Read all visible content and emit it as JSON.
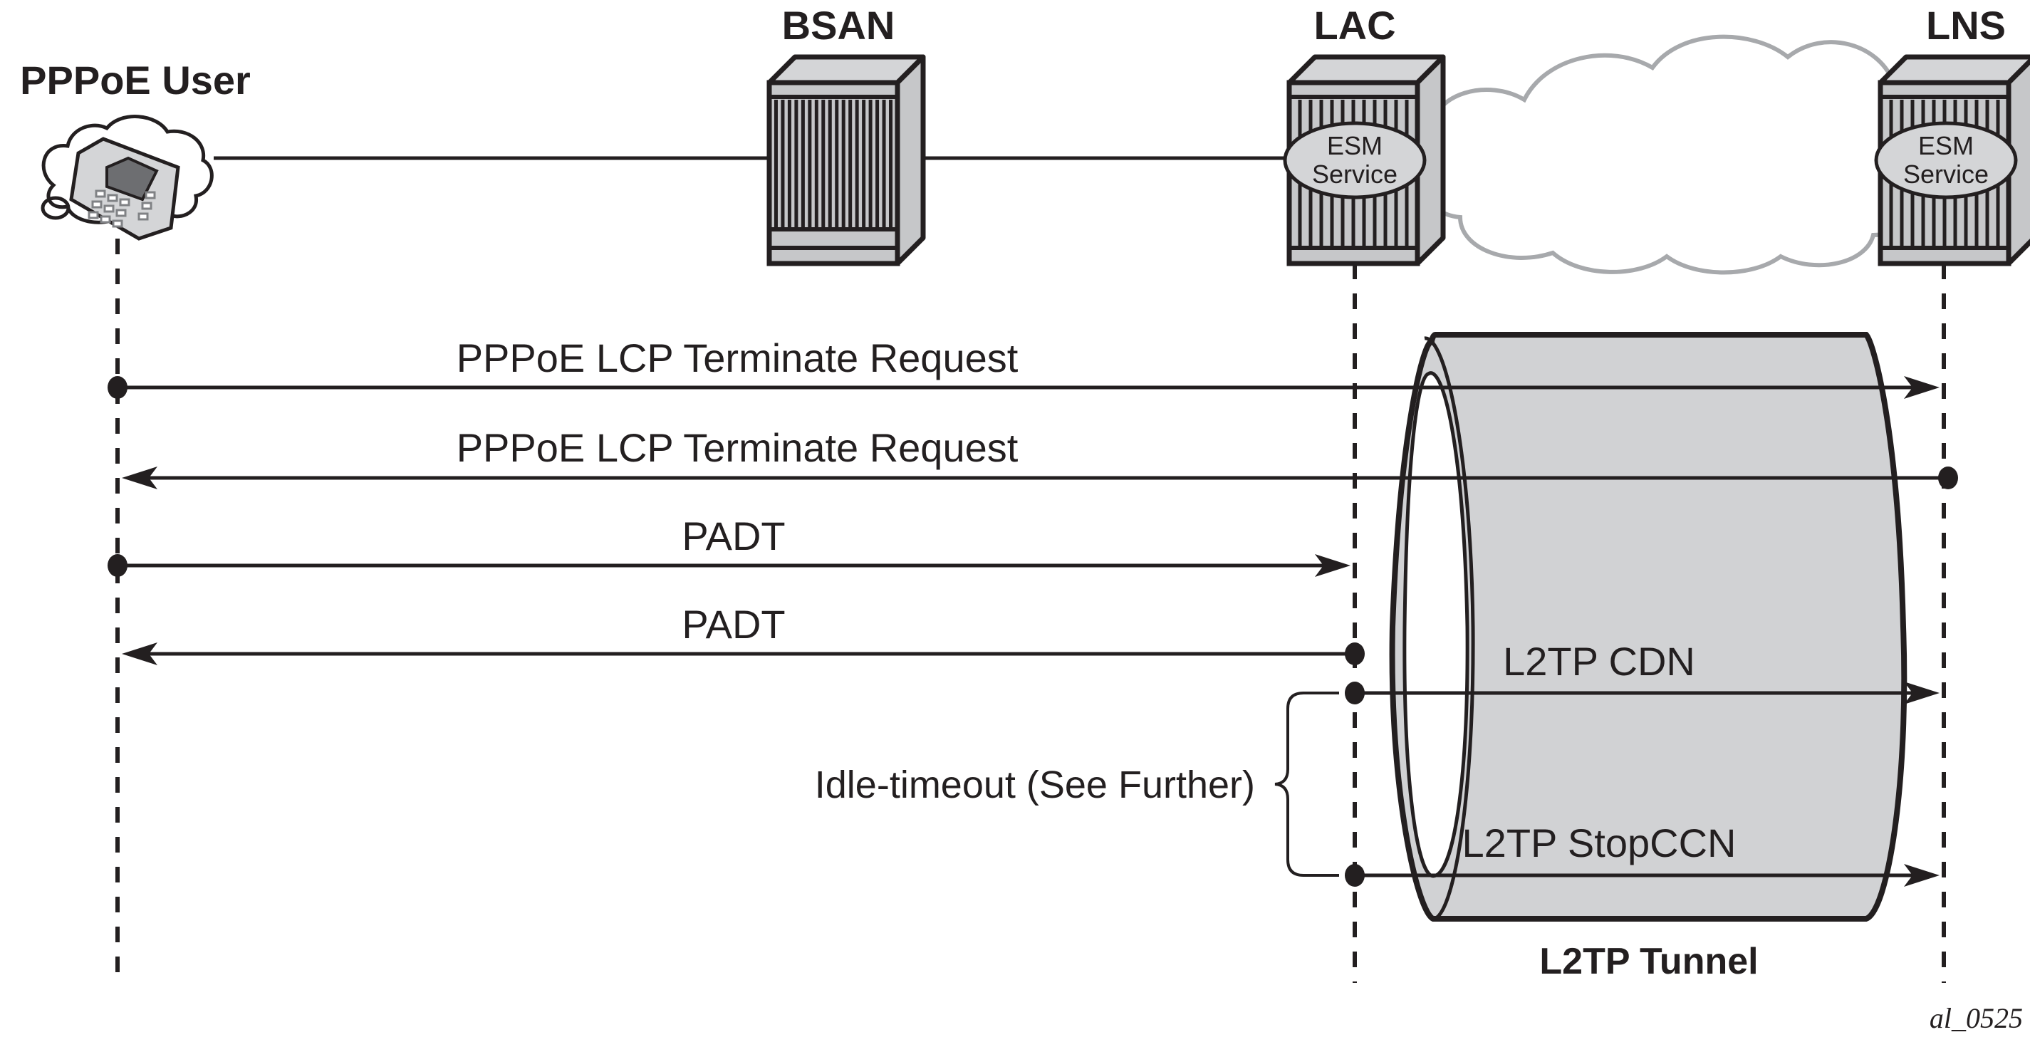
{
  "nodes": [
    {
      "id": "user",
      "label": "PPPoE User",
      "icon": "ip-phone-icon"
    },
    {
      "id": "bsan",
      "label": "BSAN",
      "icon": "network-chassis-icon"
    },
    {
      "id": "lac",
      "label": "LAC",
      "icon": "network-chassis-icon",
      "badge": [
        "ESM",
        "Service"
      ]
    },
    {
      "id": "lns",
      "label": "LNS",
      "icon": "network-chassis-icon",
      "badge": [
        "ESM",
        "Service"
      ]
    }
  ],
  "messages": [
    {
      "label": "PPPoE LCP Terminate Request",
      "from": "user",
      "to": "lns"
    },
    {
      "label": "PPPoE LCP Terminate Request",
      "from": "lns",
      "to": "user"
    },
    {
      "label": "PADT",
      "from": "user",
      "to": "lac"
    },
    {
      "label": "PADT",
      "from": "lac",
      "to": "user"
    },
    {
      "label": "L2TP CDN",
      "from": "lac",
      "to": "lns"
    },
    {
      "label": "L2TP StopCCN",
      "from": "lac",
      "to": "lns"
    }
  ],
  "annotations": {
    "idle_timeout": "Idle-timeout (See Further)",
    "tunnel": "L2TP Tunnel",
    "figure_id": "al_0525"
  },
  "colors": {
    "stroke": "#231f20",
    "device_fill": "#c6c7c9",
    "device_light": "#d4d5d7",
    "tunnel_fill": "#d1d2d4",
    "cloud_stroke": "#a7a9ac"
  }
}
